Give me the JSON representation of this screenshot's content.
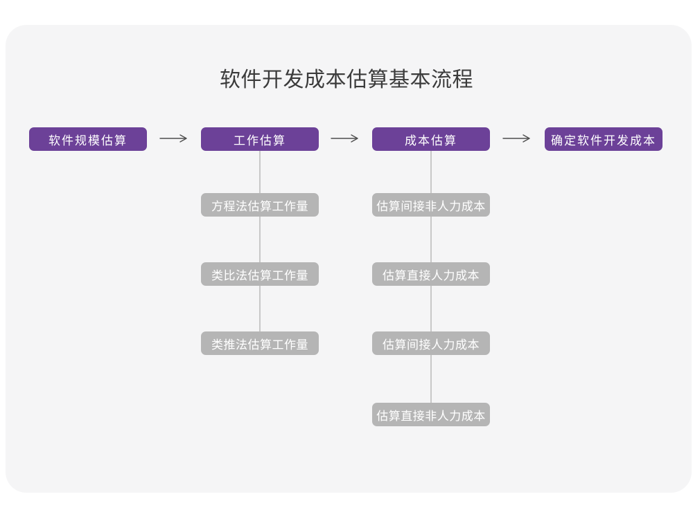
{
  "title": "软件开发成本估算基本流程",
  "colors": {
    "page_bg": "#ffffff",
    "card_bg": "#f5f5f6",
    "primary": "#6c4198",
    "secondary": "#b5b5b5",
    "box_text": "#ffffff",
    "title_text": "#3b3b3b",
    "connector": "#c8c8c8",
    "arrow": "#4d4d4d"
  },
  "icons": {
    "arrow_right": "right-arrow-connector"
  },
  "flow": {
    "steps": [
      {
        "label": "软件规模估算",
        "substeps": []
      },
      {
        "label": "工作估算",
        "substeps": [
          "方程法估算工作量",
          "类比法估算工作量",
          "类推法估算工作量"
        ]
      },
      {
        "label": "成本估算",
        "substeps": [
          "估算间接非人力成本",
          "估算直接人力成本",
          "估算间接人力成本",
          "估算直接非人力成本"
        ]
      },
      {
        "label": "确定软件开发成本",
        "substeps": []
      }
    ]
  }
}
